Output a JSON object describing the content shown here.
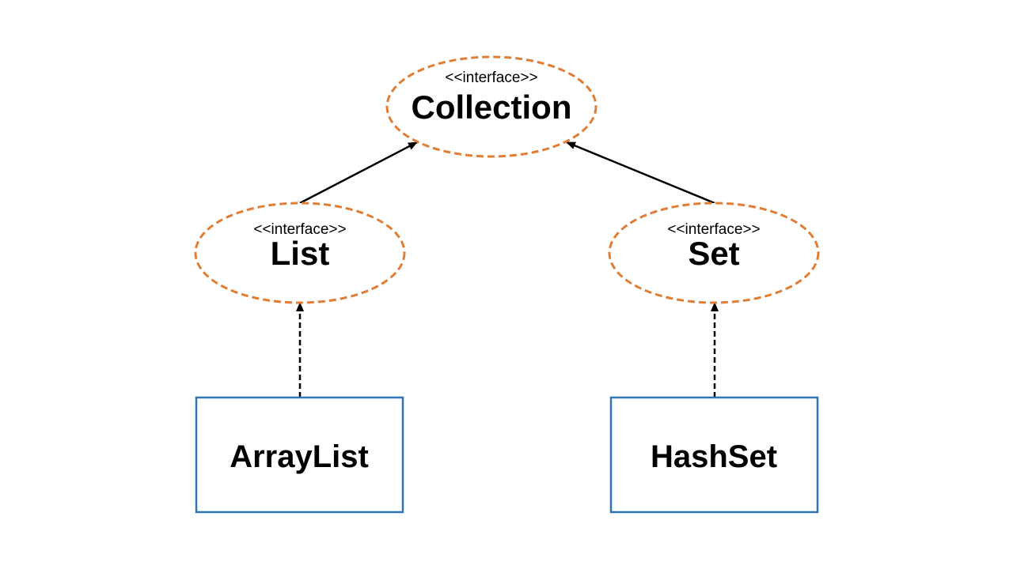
{
  "colors": {
    "interface_border": "#e07e35",
    "class_border": "#2e75b6",
    "edge": "#000000",
    "background": "#ffffff"
  },
  "interfaces": {
    "collection": {
      "stereotype": "<<interface>>",
      "name": "Collection"
    },
    "list": {
      "stereotype": "<<interface>>",
      "name": "List"
    },
    "set": {
      "stereotype": "<<interface>>",
      "name": "Set"
    }
  },
  "classes": {
    "arraylist": {
      "name": "ArrayList"
    },
    "hashset": {
      "name": "HashSet"
    }
  },
  "relations": [
    {
      "from": "List",
      "to": "Collection",
      "kind": "extends"
    },
    {
      "from": "Set",
      "to": "Collection",
      "kind": "extends"
    },
    {
      "from": "ArrayList",
      "to": "List",
      "kind": "implements"
    },
    {
      "from": "HashSet",
      "to": "Set",
      "kind": "implements"
    }
  ]
}
